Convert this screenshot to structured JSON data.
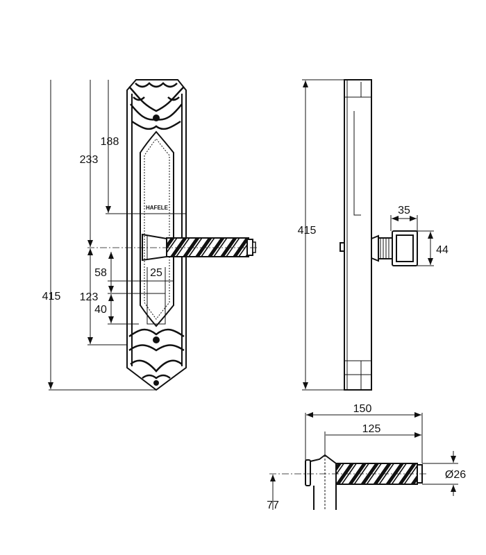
{
  "title": "Lever handle on backplate – dimension drawing",
  "brand_mark": "HAFELE",
  "front_view": {
    "overall_height": "415",
    "to_lever_axis": "233",
    "to_upper_mark": "188",
    "lever_axis_to_bottom": "123",
    "lever_to_keyhole": "58",
    "keyhole_height": "40",
    "keyhole_width": "25"
  },
  "side_view": {
    "overall_height": "415",
    "spindle_depth": "35",
    "rose_height": "44"
  },
  "plan_view": {
    "projection_overall": "150",
    "lever_length": "125",
    "lever_diameter": "Ø26",
    "axis_height": "77"
  },
  "colors": {
    "line": "#111111",
    "background": "#ffffff"
  }
}
